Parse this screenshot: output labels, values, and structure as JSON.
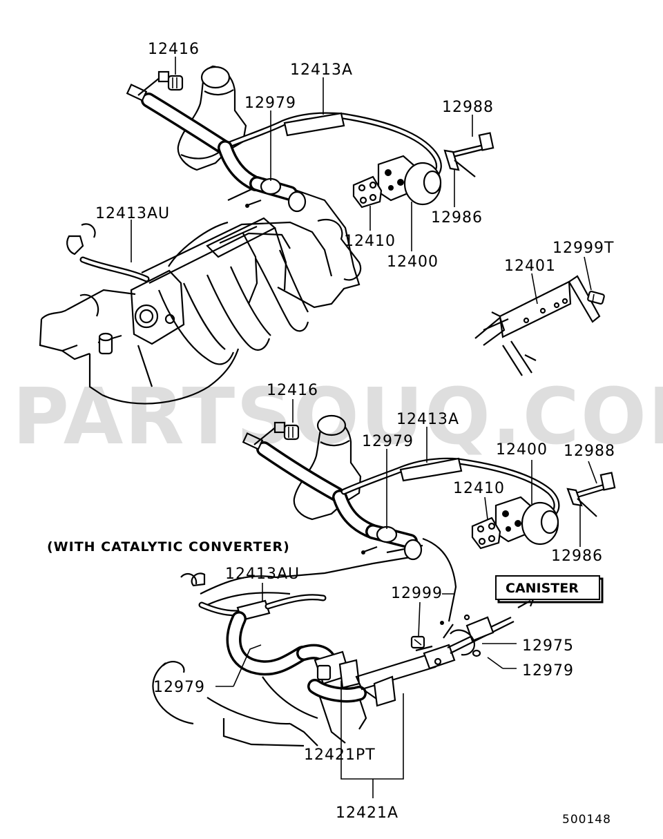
{
  "diagram": {
    "watermark": "PARTSOUQ.COM",
    "top_group": {
      "labels": {
        "p12416": "12416",
        "p12413A": "12413A",
        "p12979": "12979",
        "p12988": "12988",
        "p12986": "12986",
        "p12410": "12410",
        "p12400": "12400",
        "p12413AU": "12413AU"
      }
    },
    "bracket_group": {
      "labels": {
        "p12999T": "12999T",
        "p12401": "12401"
      }
    },
    "lower_group": {
      "heading": "(WITH CATALYTIC CONVERTER)",
      "canister_label": "CANISTER",
      "labels": {
        "p12416": "12416",
        "p12413A": "12413A",
        "p12979_upper": "12979",
        "p12400": "12400",
        "p12988": "12988",
        "p12410": "12410",
        "p12986": "12986",
        "p12413AU": "12413AU",
        "p12999": "12999",
        "p12975": "12975",
        "p12979_right": "12979",
        "p12979_left": "12979",
        "p12421PT": "12421PT",
        "p12421A": "12421A"
      }
    },
    "figure_code": "500148"
  }
}
